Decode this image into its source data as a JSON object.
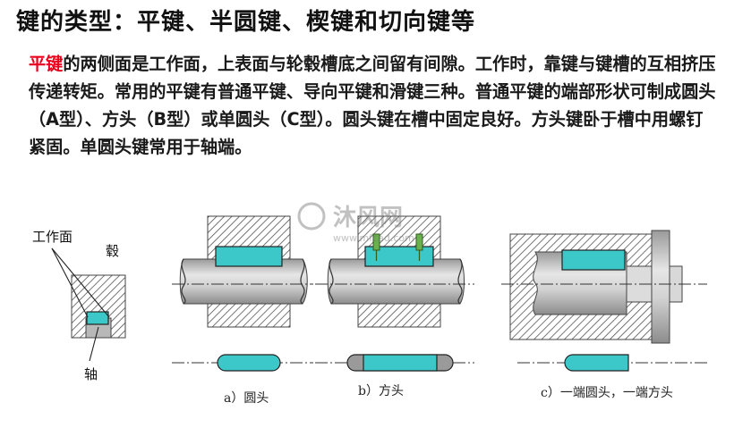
{
  "title": "键的类型：平键、半圆键、楔键和切向键等",
  "paragraph": {
    "highlight": "平键",
    "body": "的两侧面是工作面，上表面与轮毂槽底之间留有间隙。工作时，靠键与键槽的互相挤压传递转矩。常用的平键有普通平键、导向平键和滑键三种。普通平键的端部形状可制成圆头（A型）、方头（B型）或单圆头（C型）。圆头键在槽中固定良好。方头键卧于槽中用螺钉紧固。单圆头键常用于轴端。"
  },
  "figure": {
    "label_working_face": "工作面",
    "label_hub": "毂",
    "label_shaft": "轴",
    "caption_a": "a）圆头",
    "caption_b": "b）方头",
    "caption_c": "c）一端圆头，一端方头"
  },
  "watermark": {
    "brand": "沐风网",
    "url": "www.mfcad.com"
  },
  "colors": {
    "key_fill": "#3cc8c8",
    "highlight_text": "#e8001c",
    "hatch": "#555555",
    "shaft_fill": "#c9c9c9"
  }
}
